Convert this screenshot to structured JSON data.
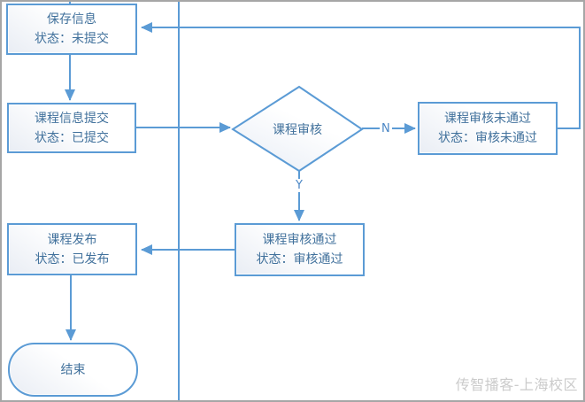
{
  "flowchart": {
    "nodes": {
      "save_info": {
        "line1": "保存信息",
        "line2": "状态：未提交"
      },
      "course_submit": {
        "line1": "课程信息提交",
        "line2": "状态：已提交"
      },
      "course_review": {
        "label": "课程审核"
      },
      "review_failed": {
        "line1": "课程审核未通过",
        "line2": "状态：审核未通过"
      },
      "review_passed": {
        "line1": "课程审核通过",
        "line2": "状态：审核通过"
      },
      "course_publish": {
        "line1": "课程发布",
        "line2": "状态：已发布"
      },
      "end_node": {
        "label": "结束"
      }
    },
    "edge_labels": {
      "no_branch": "N",
      "yes_branch": "Y"
    }
  },
  "watermark": {
    "text": "传智播客-上海校区"
  },
  "colors": {
    "accent": "#5B9BD5",
    "node_text": "#41719C",
    "watermark_text": "#CBCBCB",
    "frame_border": "#A6A6A6"
  }
}
